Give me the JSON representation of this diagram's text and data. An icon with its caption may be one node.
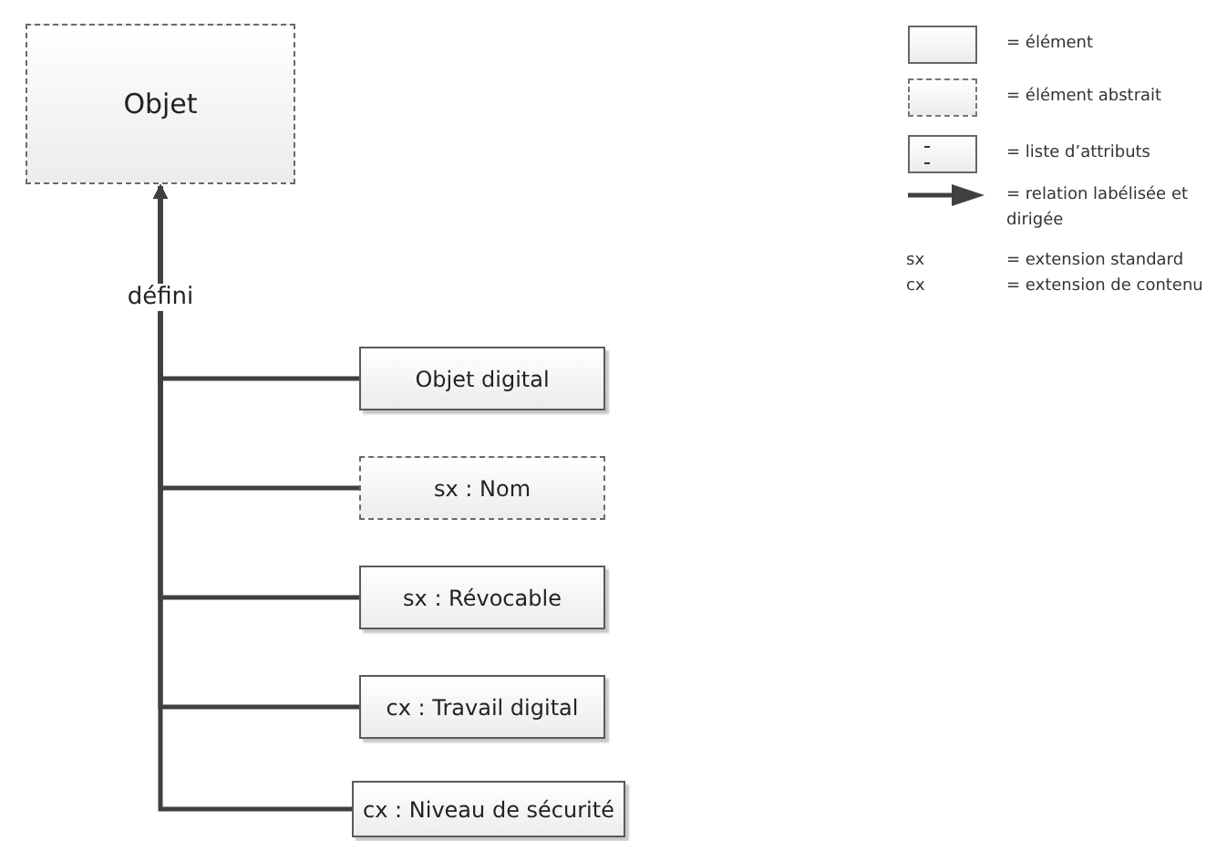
{
  "diagram": {
    "nodes": [
      {
        "text": [
          "Objet"
        ]
      },
      {
        "text": [
          "Objet digital"
        ]
      },
      {
        "text": [
          "sx : Nom"
        ]
      },
      {
        "text": [
          "sx : Révocable"
        ]
      },
      {
        "text": [
          "cx : Travail digital"
        ]
      },
      {
        "text": [
          "cx : Niveau de sécurité"
        ]
      }
    ],
    "edges": [
      {
        "from": 1,
        "to": 0,
        "arrow": "to",
        "label": "défini"
      },
      {
        "from": 2,
        "to": 0,
        "arrow": "to"
      },
      {
        "from": 3,
        "to": 0,
        "arrow": "to"
      },
      {
        "from": 4,
        "to": 0,
        "arrow": "to"
      },
      {
        "from": 5,
        "to": 0,
        "arrow": "to"
      }
    ],
    "labels": [
      "sx",
      "cx"
    ],
    "legend": [
      {
        "text": "= élément"
      },
      {
        "text": "= élément abstrait"
      },
      {
        "text": "= liste d’attributs"
      },
      {
        "text": "= relation labélisée et dirigée"
      },
      {
        "text": "= extension standard"
      },
      {
        "text": "= extension de contenu"
      }
    ]
  }
}
